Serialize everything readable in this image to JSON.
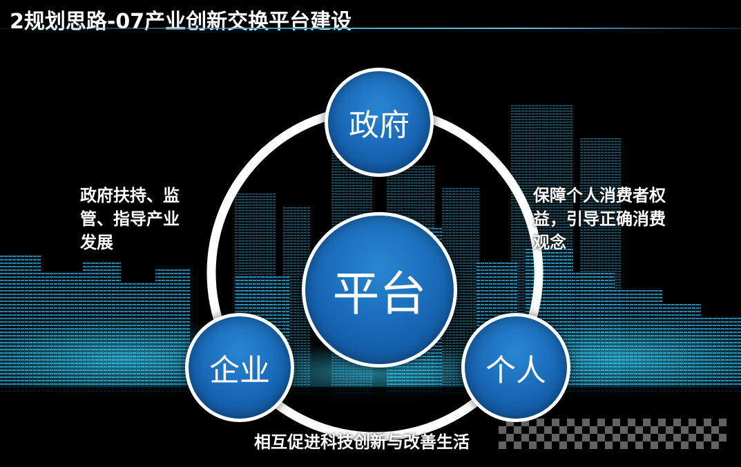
{
  "title": "2规划思路-07产业创新交换平台建设",
  "nodes": {
    "government": "政府",
    "platform": "平台",
    "enterprise": "企业",
    "individual": "个人"
  },
  "annotations": {
    "left_lines": [
      "政府扶持、监",
      "管、指导产业",
      "发展"
    ],
    "right_lines": [
      "保障个人消费者权",
      "益，引导正确消费",
      "观念"
    ],
    "bottom": "相互促进科技创新与改善生活"
  },
  "colors": {
    "node_fill": "#1766b4",
    "ring": "#ffffff",
    "city_glow": "#2fd2ff",
    "background": "#000000"
  }
}
